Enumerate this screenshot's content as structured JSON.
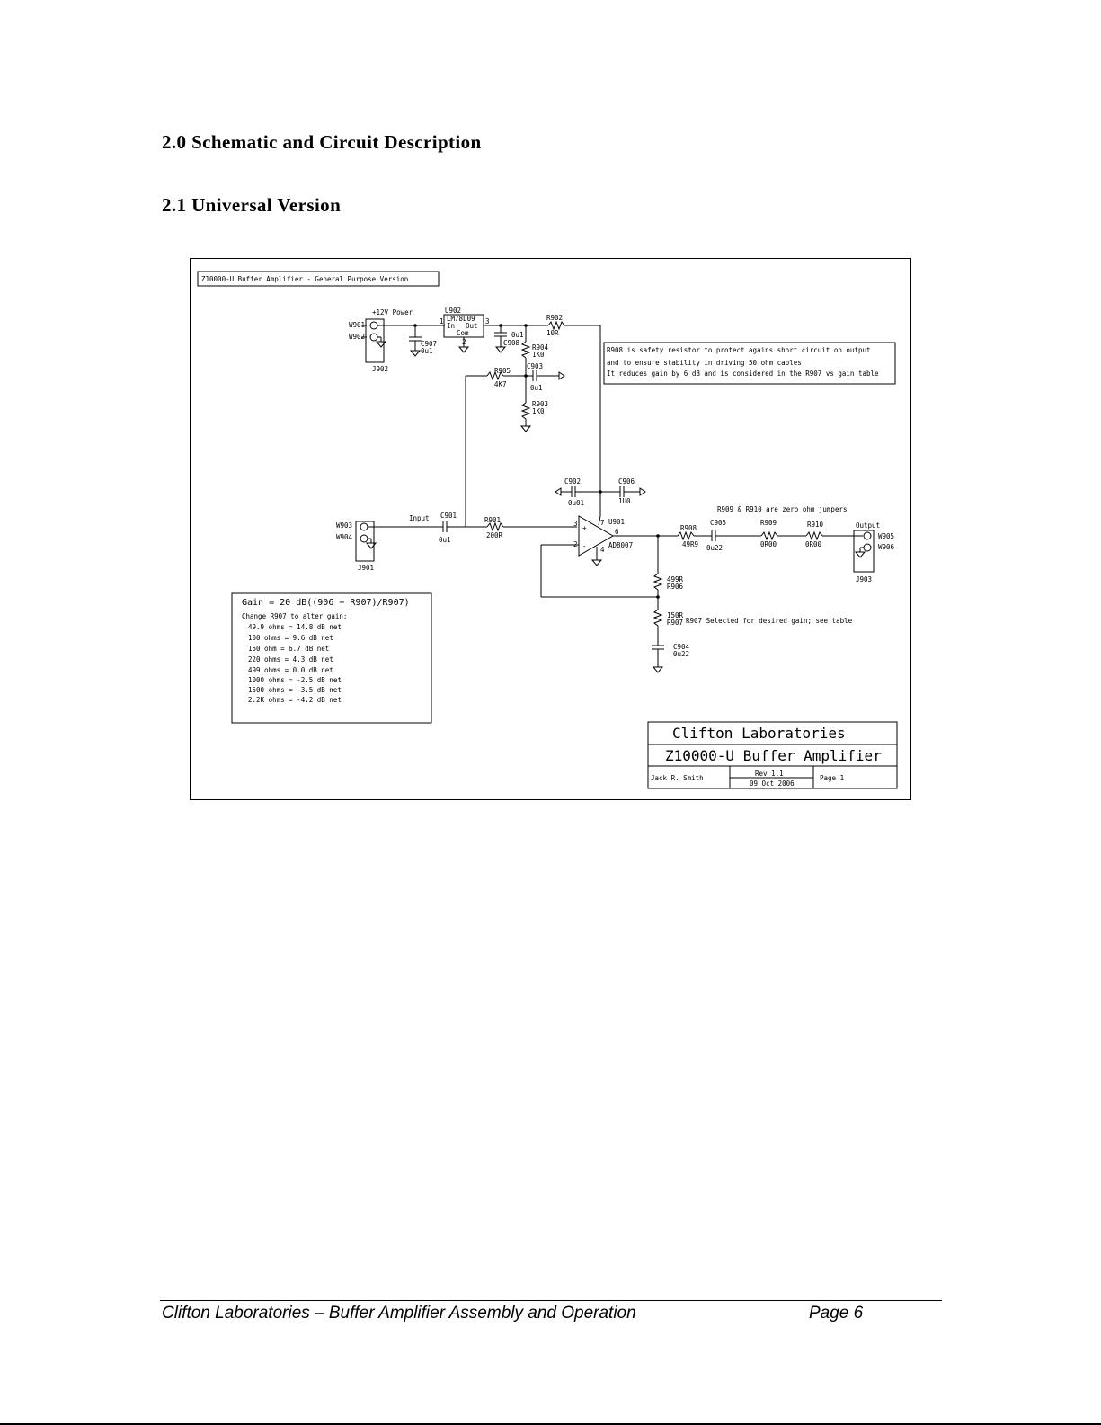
{
  "section_heading": "2.0 Schematic and Circuit Description",
  "subsection_heading": "2.1 Universal Version",
  "schematic": {
    "title_box": "Z10000-U Buffer Amplifier - General Purpose Version",
    "power_label": "+12V Power",
    "input_label": "Input",
    "output_label": "Output",
    "connectors": {
      "j902": "J902",
      "w901": "W901",
      "w902": "W902",
      "j901": "J901",
      "w903": "W903",
      "w904": "W904",
      "j903": "J903",
      "w905": "W905",
      "w906": "W906"
    },
    "regulator": {
      "ref": "U902",
      "part": "LM78L09",
      "pin_in": "In",
      "pin_out": "Out",
      "pin_com": "Com",
      "p1": "1",
      "p2": "2",
      "p3": "3"
    },
    "opamp": {
      "ref": "U901",
      "part": "AD8007",
      "p2": "2",
      "p3": "3",
      "p4": "4",
      "p6": "6",
      "p7": "7",
      "plus": "+",
      "minus": "-"
    },
    "components": {
      "c907_ref": "C907",
      "c907_val": "0u1",
      "c908_ref": "C908",
      "c908_val": "0u1",
      "r902_ref": "R902",
      "r902_val": "10R",
      "r904_ref": "R904",
      "r904_val": "1K0",
      "r905_ref": "R905",
      "r905_val": "4K7",
      "c903_ref": "C903",
      "c903_val": "0u1",
      "r903_ref": "R903",
      "r903_val": "1K0",
      "c902_ref": "C902",
      "c902_val": "0u01",
      "c906_ref": "C906",
      "c906_val": "1U0",
      "c901_ref": "C901",
      "c901_val": "0u1",
      "r901_ref": "R901",
      "r901_val": "200R",
      "r908_ref": "R908",
      "r908_val": "49R9",
      "c905_ref": "C905",
      "c905_val": "0u22",
      "r909_ref": "R909",
      "r909_val": "0R00",
      "r910_ref": "R910",
      "r910_val": "0R00",
      "r906_ref": "R906",
      "r906_val": "499R",
      "r907_ref": "R907",
      "r907_val": "150R",
      "c904_ref": "C904",
      "c904_val": "0u22"
    },
    "notes": {
      "r908_line1": "R908 is safety resistor to protect agains short circuit on output",
      "r908_line2": "and to ensure stability in driving 50 ohm cables",
      "r908_line3": "It reduces gain by 6 dB and is considered in the R907 vs gain table",
      "jumpers": "R909 & R910 are zero ohm jumpers",
      "r907_note": "R907 Selected for desired gain; see table"
    },
    "gain_table": {
      "title": "Gain = 20 dB((906 + R907)/R907)",
      "subtitle": "Change R907 to alter gain:",
      "rows": [
        "49.9 ohms = 14.8 dB net",
        "100 ohms = 9.6 dB net",
        "150 ohm = 6.7 dB net",
        "220 ohms = 4.3 dB net",
        "499 ohms = 0.0 dB net",
        "1000 ohms = -2.5 dB net",
        "1500 ohms = -3.5 dB net",
        "2.2K ohms = -4.2 dB net"
      ]
    },
    "title_block": {
      "company": "Clifton Laboratories",
      "product": "Z10000-U Buffer Amplifier",
      "author": "Jack R. Smith",
      "revision": "Rev 1.1",
      "date": "09 Oct 2006",
      "page": "Page 1"
    }
  },
  "footer": {
    "left": "Clifton Laboratories – Buffer Amplifier Assembly and Operation",
    "right": "Page 6"
  }
}
